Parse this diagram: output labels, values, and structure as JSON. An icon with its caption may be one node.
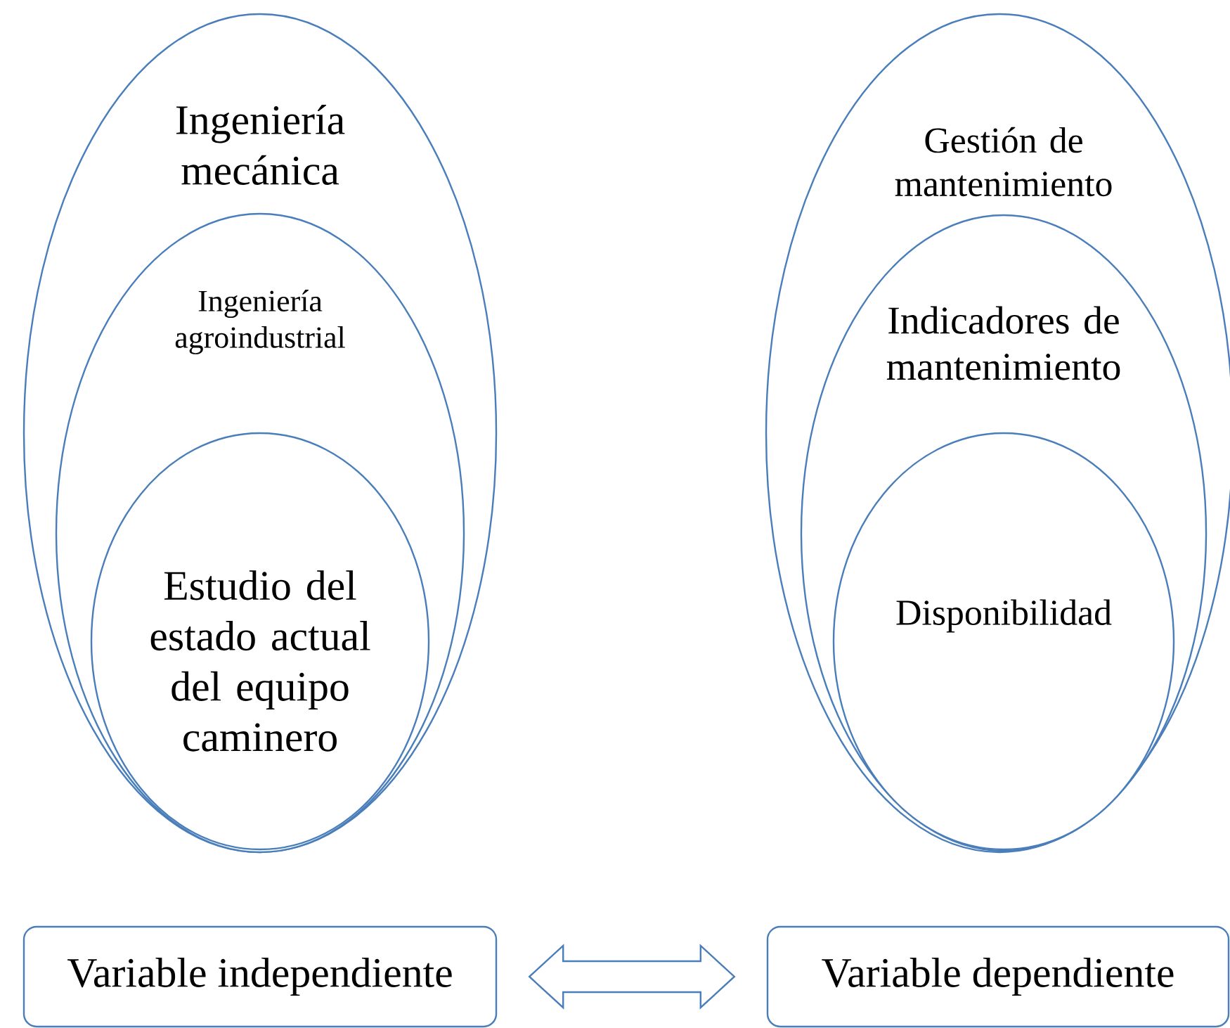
{
  "diagram": {
    "nodes": [
      {
        "text": [
          "Ingeniería mecánica"
        ]
      },
      {
        "text": [
          "Ingeniería agroindustrial"
        ],
        "in": 0
      },
      {
        "text": [
          "Estudio del estado actual del equipo caminero"
        ],
        "in": 1
      },
      {
        "text": [
          "Gestión de mantenimiento"
        ]
      },
      {
        "text": [
          "Indicadores de mantenimiento"
        ],
        "in": 3
      },
      {
        "text": [
          "Disponibilidad"
        ],
        "in": 4
      },
      {
        "text": [
          "Variable independiente"
        ]
      },
      {
        "text": [
          "Variable dependiente"
        ]
      }
    ],
    "edges": [
      {
        "from": 6,
        "to": 7,
        "arrow": "both"
      }
    ]
  }
}
